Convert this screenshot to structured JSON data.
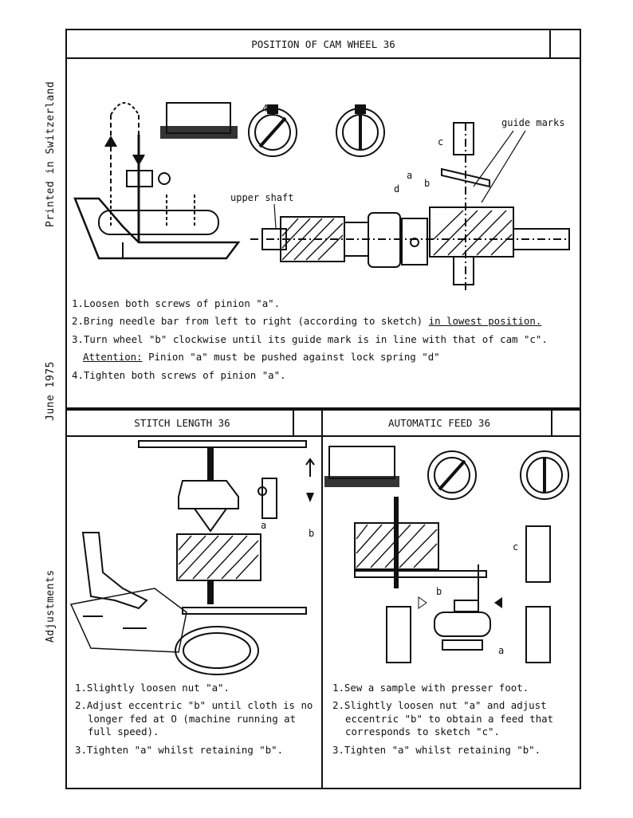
{
  "side_labels": {
    "top": "Printed in Switzerland",
    "middle": "June 1975",
    "bottom": "Adjustments"
  },
  "section1": {
    "title": "POSITION OF CAM WHEEL 36",
    "labels": {
      "guide_marks": "guide marks",
      "upper_shaft": "upper shaft",
      "a": "a",
      "b": "b",
      "c": "c",
      "d": "d"
    },
    "steps": [
      "1.Loosen both screws of pinion \"a\".",
      "2.Bring needle bar from left to right (according to sketch)",
      "in lowest position.",
      "3.Turn wheel \"b\" clockwise until its guide mark is in line with that of cam \"c\".",
      "Attention:",
      "Pinion \"a\" must be pushed against lock spring \"d\"",
      "4.Tighten both screws of pinion \"a\"."
    ]
  },
  "section2": {
    "title": "STITCH LENGTH 36",
    "labels": {
      "a": "a",
      "b": "b"
    },
    "steps": [
      "1.Slightly loosen nut \"a\".",
      "2.Adjust eccentric \"b\" until cloth is no",
      "longer fed at O (machine running at",
      "full speed).",
      "3.Tighten \"a\" whilst retaining \"b\"."
    ]
  },
  "section3": {
    "title": "AUTOMATIC FEED 36",
    "labels": {
      "a": "a",
      "b": "b",
      "c": "c"
    },
    "steps": [
      "1.Sew a sample with presser foot.",
      "2.Slightly loosen nut \"a\" and adjust",
      "eccentric \"b\" to obtain a feed that",
      "corresponds to sketch \"c\".",
      "3.Tighten \"a\" whilst retaining \"b\"."
    ]
  }
}
